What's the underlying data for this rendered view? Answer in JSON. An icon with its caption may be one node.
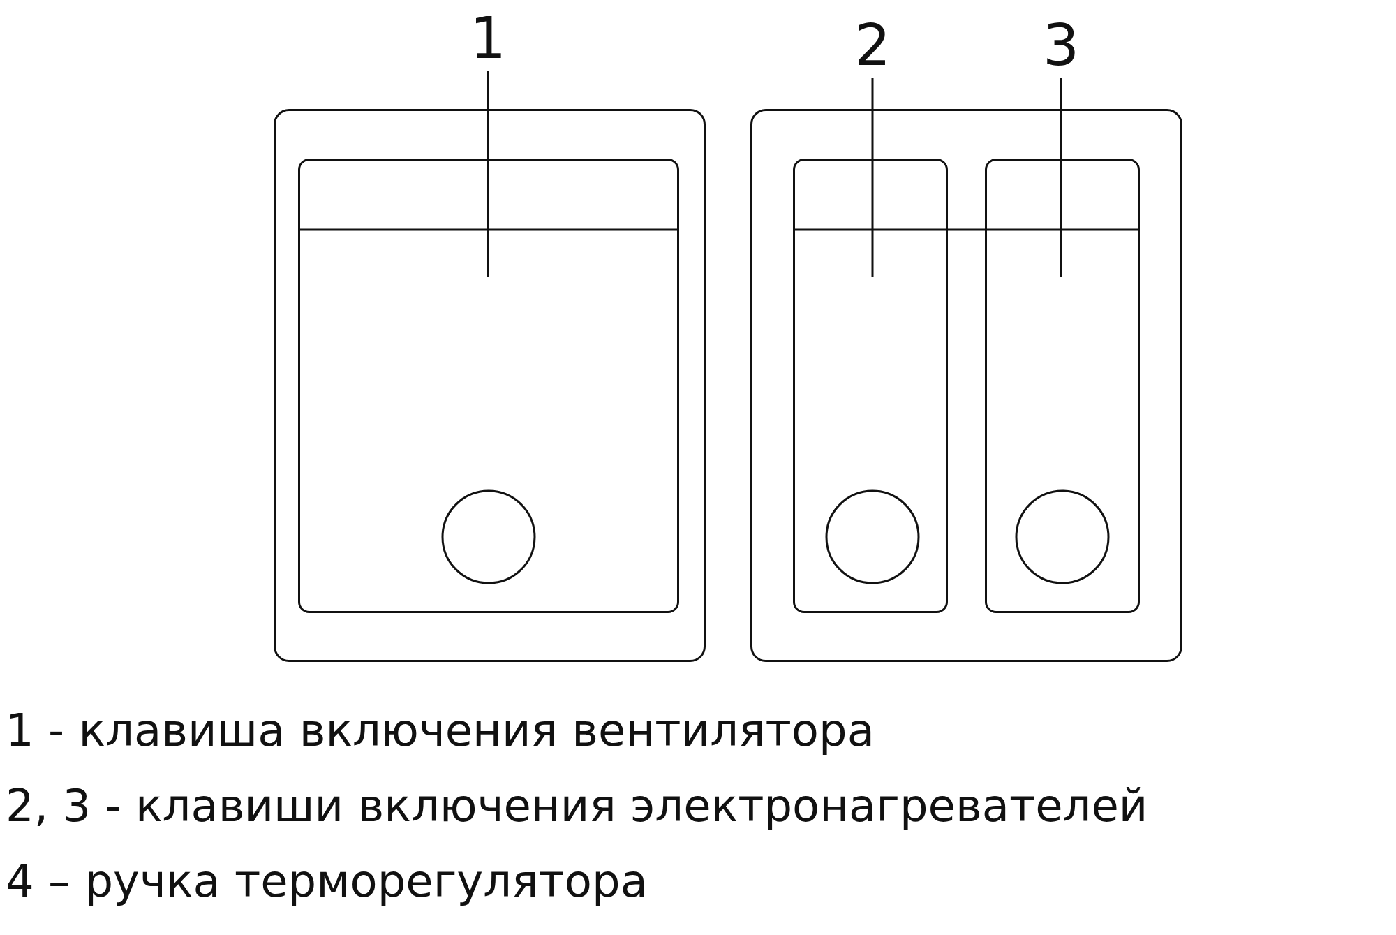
{
  "diagram": {
    "nodes": [
      {
        "text": [],
        "shape": "box"
      },
      {
        "text": [],
        "shape": "box",
        "in": 0
      },
      {
        "text": [],
        "shape": "box"
      },
      {
        "text": [],
        "shape": "box",
        "in": 2
      },
      {
        "text": [],
        "shape": "box",
        "in": 2
      },
      {
        "text": [
          "1"
        ]
      },
      {
        "text": [
          "2"
        ]
      },
      {
        "text": [
          "3"
        ]
      }
    ],
    "edges": [
      {
        "from": 5,
        "to": 1,
        "arrow": "none"
      },
      {
        "from": 6,
        "to": 3,
        "arrow": "none"
      },
      {
        "from": 7,
        "to": 4,
        "arrow": "none"
      }
    ],
    "labels": [
      "1 - клавиша включения вентилятора",
      "2, 3 - клавиши включения электронагревателей",
      "4 – ручка терморегулятора"
    ]
  }
}
